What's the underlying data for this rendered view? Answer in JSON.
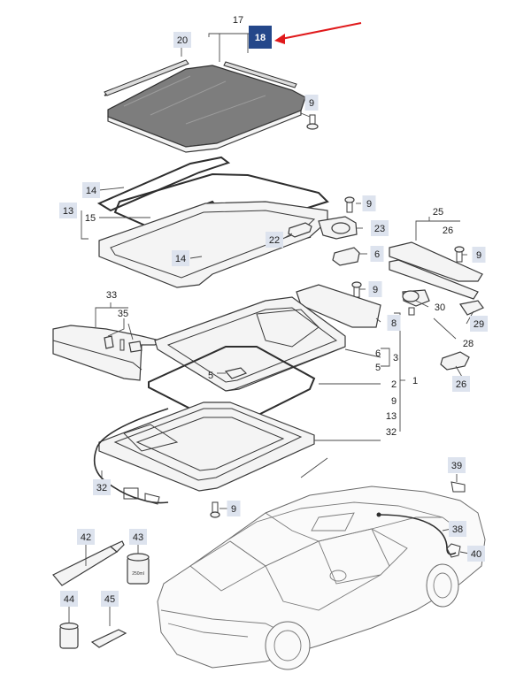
{
  "diagram": {
    "highlighted_part": "18",
    "accent_color": "#24478a",
    "arrow_color": "#e0191b",
    "callouts": [
      "17",
      "18",
      "20",
      "9",
      "14",
      "13",
      "15",
      "14",
      "22",
      "23",
      "9",
      "25",
      "26",
      "9",
      "6",
      "9",
      "8",
      "30",
      "29",
      "28",
      "26",
      "33",
      "35",
      "5",
      "3",
      "6",
      "5",
      "2",
      "1",
      "9",
      "13",
      "32",
      "32",
      "9",
      "39",
      "38",
      "40",
      "42",
      "43",
      "44",
      "45"
    ],
    "tube_label": "250ml"
  }
}
